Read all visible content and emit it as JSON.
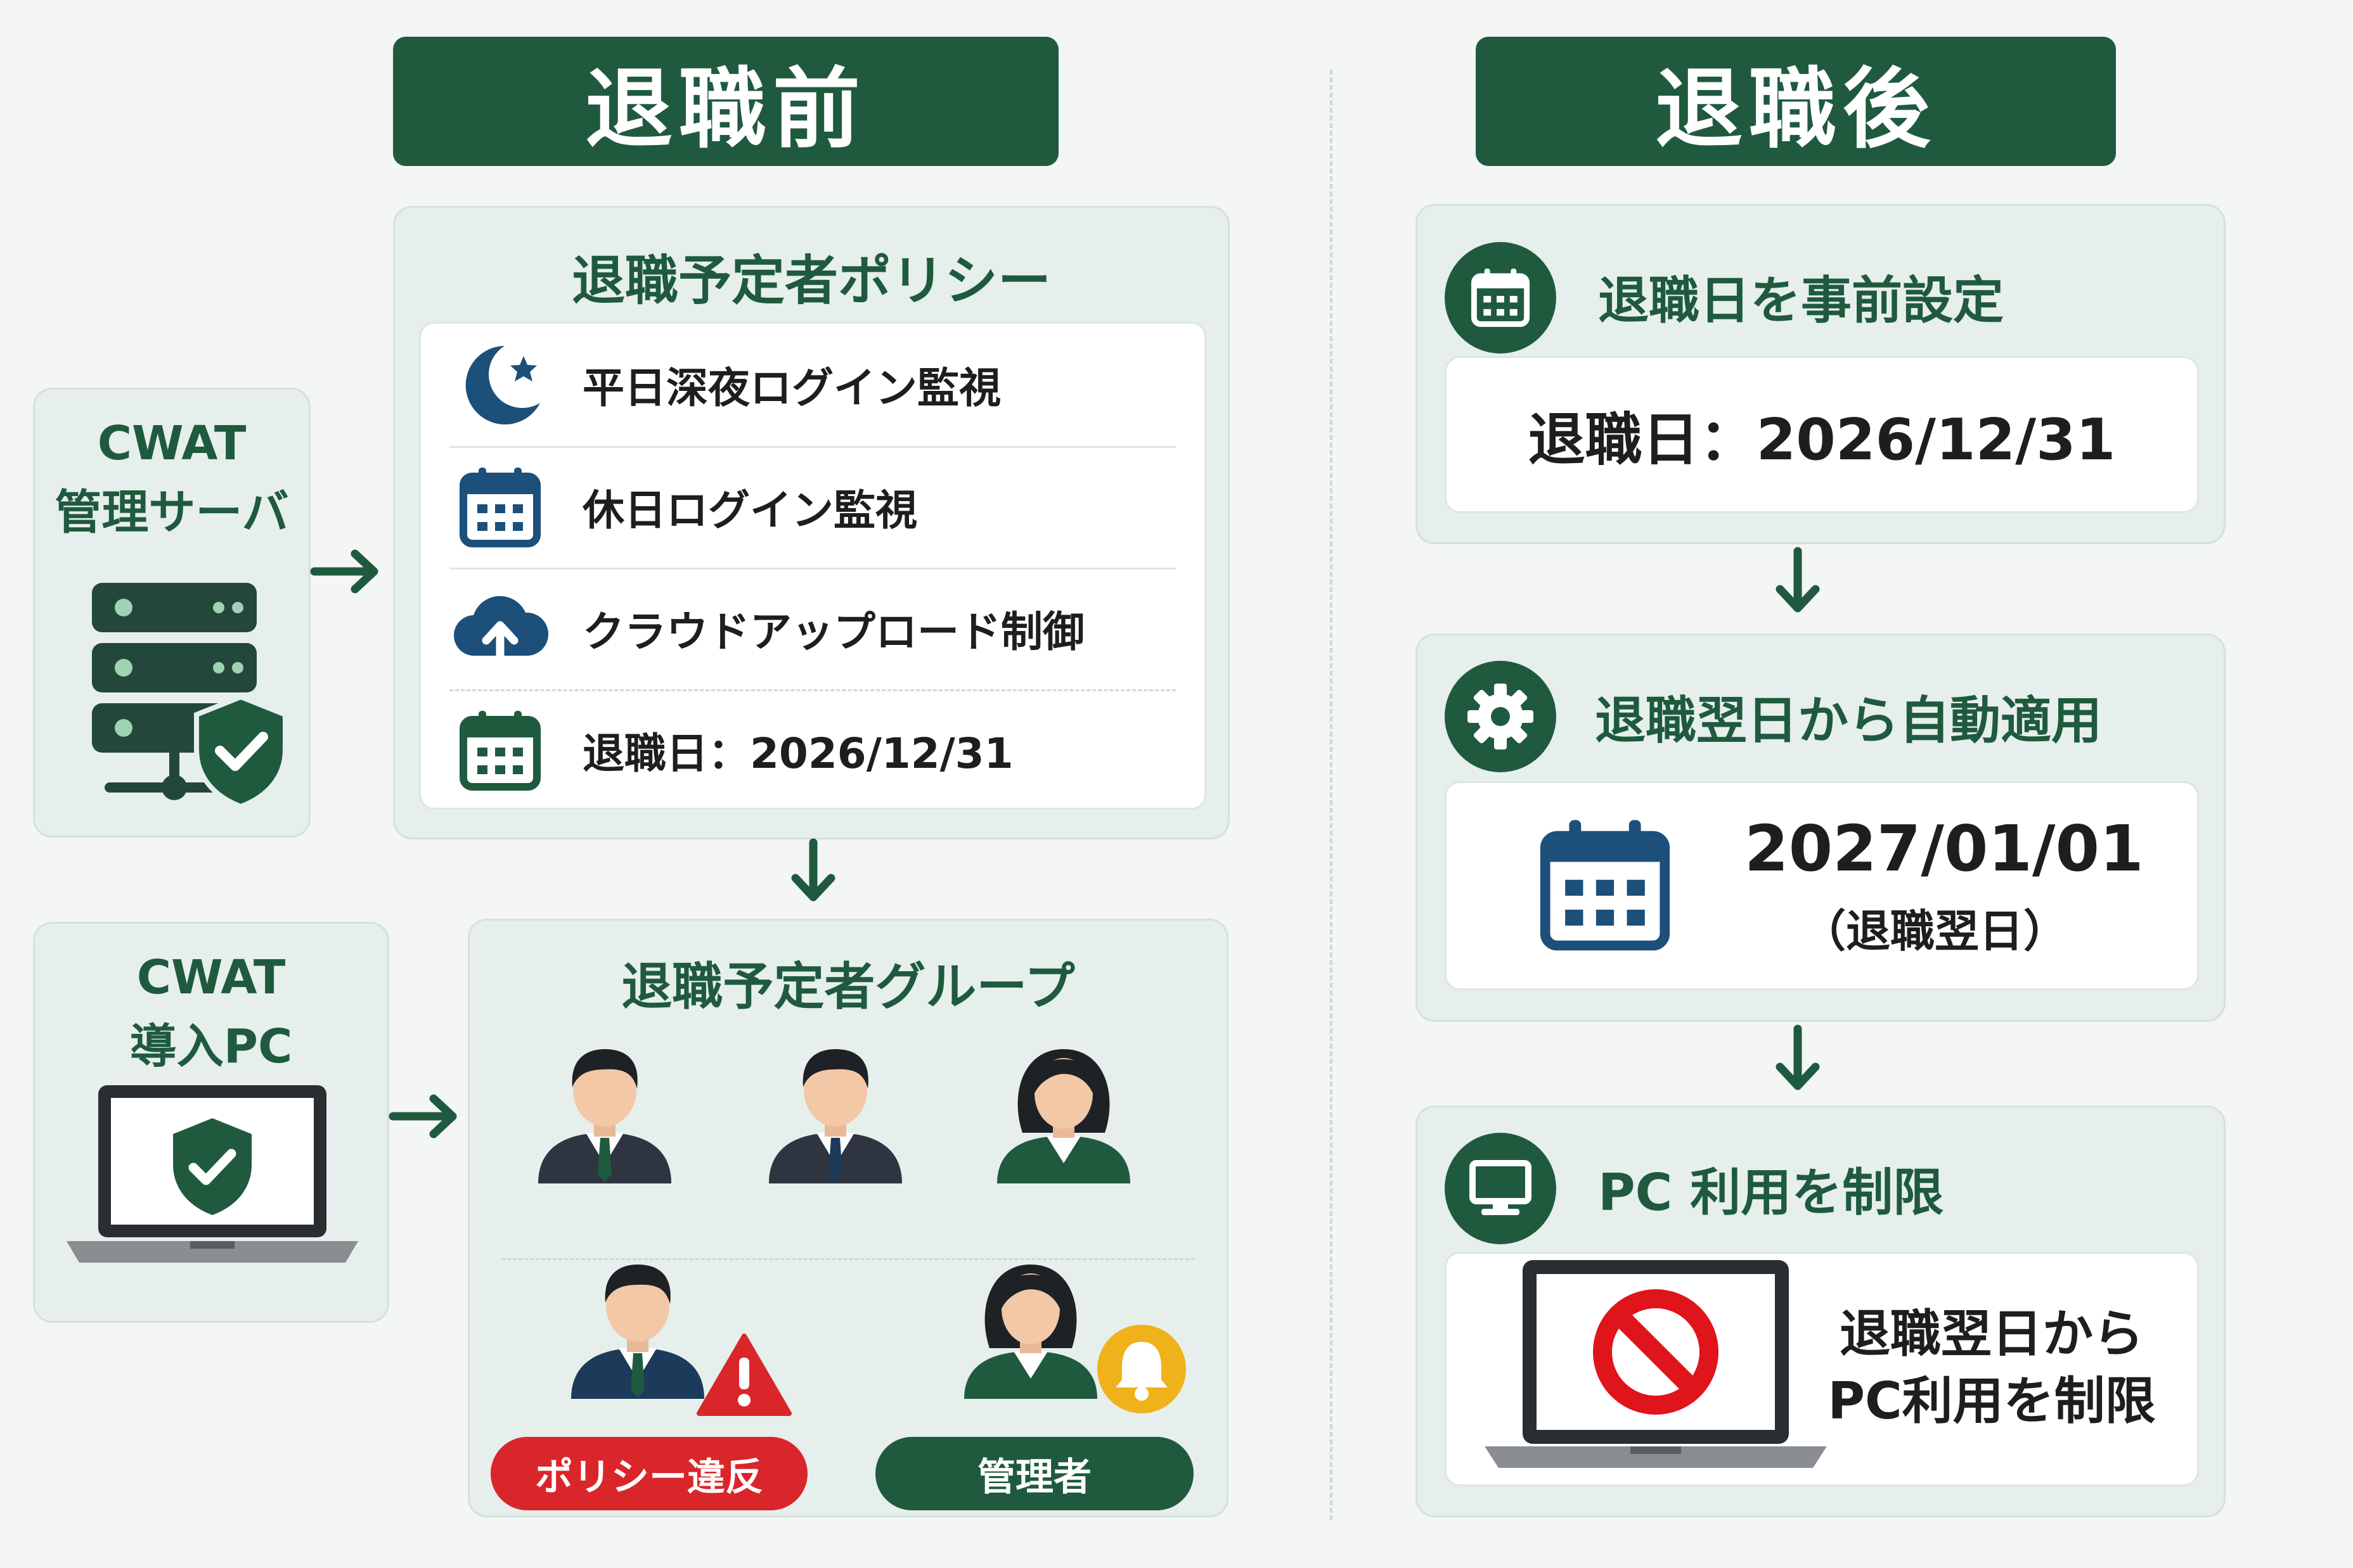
{
  "before": {
    "header": "退職前",
    "server": {
      "line1": "CWAT",
      "line2": "管理サーバ"
    },
    "pc": {
      "line1": "CWAT",
      "line2": "導入PC"
    },
    "policy": {
      "title": "退職予定者ポリシー",
      "items": [
        {
          "label": "平日深夜ログイン監視",
          "icon": "moon-star-icon"
        },
        {
          "label": "休日ログイン監視",
          "icon": "calendar-icon"
        },
        {
          "label": "クラウドアップロード制御",
          "icon": "cloud-upload-icon"
        },
        {
          "label": "退職日：2026/12/31",
          "icon": "calendar-icon"
        }
      ]
    },
    "group": {
      "title": "退職予定者グループ",
      "violation_label": "ポリシー違反",
      "admin_label": "管理者"
    }
  },
  "after": {
    "header": "退職後",
    "step1": {
      "title": "退職日を事前設定",
      "value": "退職日：2026/12/31"
    },
    "step2": {
      "title": "退職翌日から自動適用",
      "date": "2027/01/01",
      "note": "（退職翌日）"
    },
    "step3": {
      "title": "PC 利用を制限",
      "message_line1": "退職翌日から",
      "message_line2": "PC利用を制限"
    }
  },
  "colors": {
    "brand_green": "#1f5a3f",
    "navy": "#1c4f7a",
    "alert_red": "#d9262b",
    "bell_yellow": "#f0b21a"
  }
}
